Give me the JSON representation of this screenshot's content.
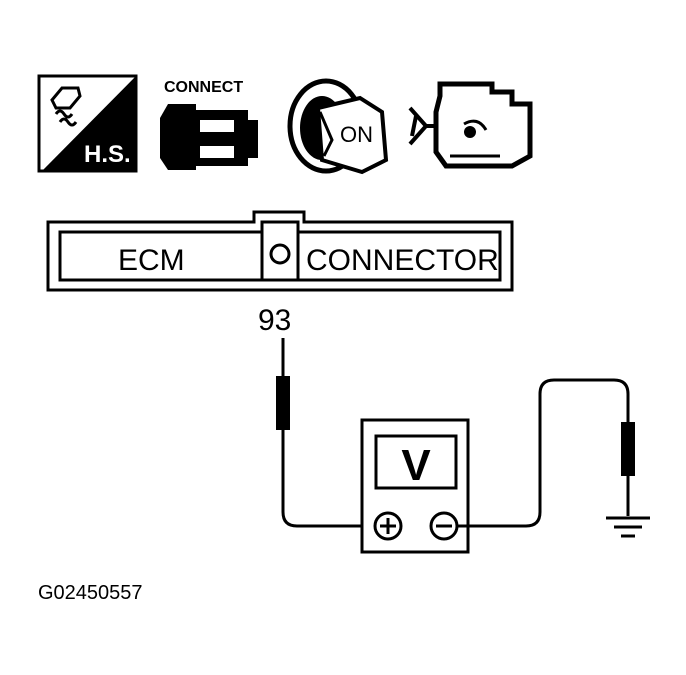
{
  "icons": {
    "hs_label": "H.S.",
    "connect_label": "CONNECT",
    "ignition_label": "ON"
  },
  "connector": {
    "left_label": "ECM",
    "right_label": "CONNECTOR"
  },
  "terminal": {
    "number": "93"
  },
  "meter": {
    "label": "V",
    "positive_symbol": "+",
    "negative_symbol": "−"
  },
  "figure_id": "G02450557",
  "colors": {
    "line": "#000000",
    "background": "#ffffff"
  }
}
